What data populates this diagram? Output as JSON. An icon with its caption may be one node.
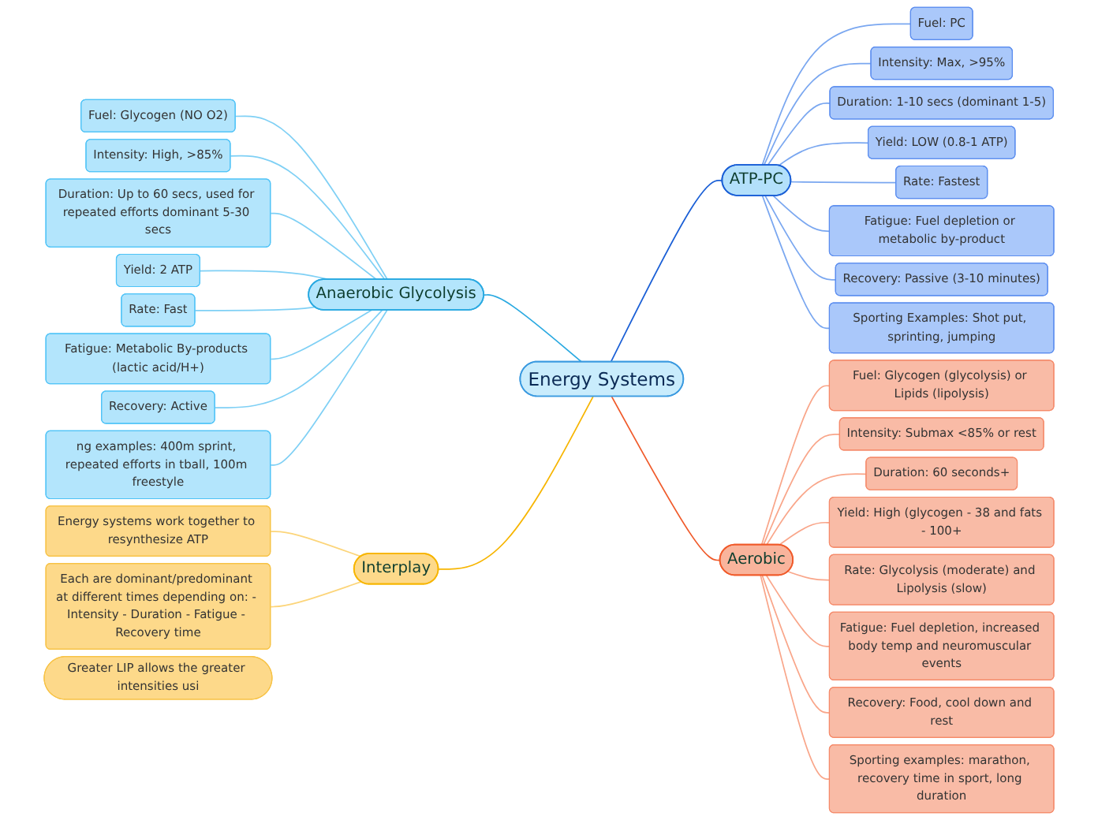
{
  "diagram": {
    "nodes": [
      {
        "text": [
          "Energy Systems"
        ]
      },
      {
        "text": [
          "Anaerobic Glycolysis"
        ]
      },
      {
        "text": [
          "Fuel: Glycogen (NO O2)"
        ]
      },
      {
        "text": [
          "Intensity: High, >85%"
        ]
      },
      {
        "text": [
          "Duration: Up to 60 secs, used for repeated efforts dominant 5-30 secs"
        ]
      },
      {
        "text": [
          "Yield: 2 ATP"
        ]
      },
      {
        "text": [
          "Rate: Fast"
        ]
      },
      {
        "text": [
          "Fatigue: Metabolic By-products (lactic acid/H+)"
        ]
      },
      {
        "text": [
          "Recovery: Active"
        ]
      },
      {
        "text": [
          "ng examples: 400m sprint, repeated efforts in tball, 100m freestyle"
        ]
      },
      {
        "text": [
          "ATP-PC"
        ]
      },
      {
        "text": [
          "Fuel: PC"
        ]
      },
      {
        "text": [
          "Intensity: Max, >95%"
        ]
      },
      {
        "text": [
          "Duration: 1-10 secs (dominant 1-5)"
        ]
      },
      {
        "text": [
          "Yield: LOW (0.8-1 ATP)"
        ]
      },
      {
        "text": [
          "Rate: Fastest"
        ]
      },
      {
        "text": [
          "Fatigue: Fuel depletion or metabolic by-product"
        ]
      },
      {
        "text": [
          "Recovery: Passive (3-10 minutes)"
        ]
      },
      {
        "text": [
          "Sporting Examples: Shot put, sprinting, jumping"
        ]
      },
      {
        "text": [
          "Aerobic"
        ]
      },
      {
        "text": [
          "Fuel: Glycogen (glycolysis) or Lipids (lipolysis)"
        ]
      },
      {
        "text": [
          "Intensity: Submax <85% or rest"
        ]
      },
      {
        "text": [
          "Duration: 60 seconds+"
        ]
      },
      {
        "text": [
          "Yield: High (glycogen - 38 and fats - 100+"
        ]
      },
      {
        "text": [
          "Rate: Glycolysis (moderate) and Lipolysis (slow)"
        ]
      },
      {
        "text": [
          "Fatigue: Fuel depletion, increased body temp and neuromuscular events"
        ]
      },
      {
        "text": [
          "Recovery: Food, cool down and rest"
        ]
      },
      {
        "text": [
          "Sporting examples: marathon, recovery time in sport, long duration"
        ]
      },
      {
        "text": [
          "Interplay"
        ]
      },
      {
        "text": [
          "Energy systems work together to resynthesize ATP"
        ]
      },
      {
        "text": [
          "Each are dominant/predominant at different times depending on: - Intensity - Duration - Fatigue - Recovery time"
        ]
      },
      {
        "text": [
          "Greater LIP allows the greater intensities usi"
        ]
      }
    ],
    "edges": [
      {
        "from": 0,
        "to": 1,
        "arrow": "none",
        "color": "#29a9e1"
      },
      {
        "from": 1,
        "to": 2,
        "arrow": "none",
        "color": "#7fd0f5"
      },
      {
        "from": 1,
        "to": 3,
        "arrow": "none",
        "color": "#7fd0f5"
      },
      {
        "from": 1,
        "to": 4,
        "arrow": "none",
        "color": "#7fd0f5"
      },
      {
        "from": 1,
        "to": 5,
        "arrow": "none",
        "color": "#7fd0f5"
      },
      {
        "from": 1,
        "to": 6,
        "arrow": "none",
        "color": "#7fd0f5"
      },
      {
        "from": 1,
        "to": 7,
        "arrow": "none",
        "color": "#7fd0f5"
      },
      {
        "from": 1,
        "to": 8,
        "arrow": "none",
        "color": "#7fd0f5"
      },
      {
        "from": 1,
        "to": 9,
        "arrow": "none",
        "color": "#7fd0f5"
      },
      {
        "from": 0,
        "to": 10,
        "arrow": "none",
        "color": "#1a5fd6"
      },
      {
        "from": 10,
        "to": 11,
        "arrow": "none",
        "color": "#7aa7f0"
      },
      {
        "from": 10,
        "to": 12,
        "arrow": "none",
        "color": "#7aa7f0"
      },
      {
        "from": 10,
        "to": 13,
        "arrow": "none",
        "color": "#7aa7f0"
      },
      {
        "from": 10,
        "to": 14,
        "arrow": "none",
        "color": "#7aa7f0"
      },
      {
        "from": 10,
        "to": 15,
        "arrow": "none",
        "color": "#7aa7f0"
      },
      {
        "from": 10,
        "to": 16,
        "arrow": "none",
        "color": "#7aa7f0"
      },
      {
        "from": 10,
        "to": 17,
        "arrow": "none",
        "color": "#7aa7f0"
      },
      {
        "from": 10,
        "to": 18,
        "arrow": "none",
        "color": "#7aa7f0"
      },
      {
        "from": 0,
        "to": 19,
        "arrow": "none",
        "color": "#f05a2a"
      },
      {
        "from": 19,
        "to": 20,
        "arrow": "none",
        "color": "#f9a68a"
      },
      {
        "from": 19,
        "to": 21,
        "arrow": "none",
        "color": "#f9a68a"
      },
      {
        "from": 19,
        "to": 22,
        "arrow": "none",
        "color": "#f9a68a"
      },
      {
        "from": 19,
        "to": 23,
        "arrow": "none",
        "color": "#f9a68a"
      },
      {
        "from": 19,
        "to": 24,
        "arrow": "none",
        "color": "#f9a68a"
      },
      {
        "from": 19,
        "to": 25,
        "arrow": "none",
        "color": "#f9a68a"
      },
      {
        "from": 19,
        "to": 26,
        "arrow": "none",
        "color": "#f9a68a"
      },
      {
        "from": 19,
        "to": 27,
        "arrow": "none",
        "color": "#f9a68a"
      },
      {
        "from": 0,
        "to": 28,
        "arrow": "none",
        "color": "#f7b500"
      },
      {
        "from": 28,
        "to": 29,
        "arrow": "none",
        "color": "#fcd57a"
      },
      {
        "from": 28,
        "to": 30,
        "arrow": "none",
        "color": "#fcd57a"
      }
    ]
  }
}
